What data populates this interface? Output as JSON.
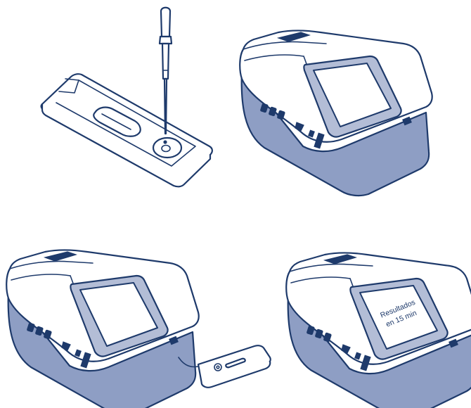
{
  "colors": {
    "ink": "#1e3a6b",
    "band": "#8e9ec4",
    "frame": "#b3bdd6",
    "background": "#ffffff"
  },
  "panels": [
    {
      "name": "apply-sample",
      "icon": "pipette-and-cassette-icon"
    },
    {
      "name": "analyzer-device",
      "icon": "analyzer-icon"
    },
    {
      "name": "insert-cassette",
      "icon": "analyzer-with-cassette-icon"
    },
    {
      "name": "read-results",
      "icon": "analyzer-results-icon"
    }
  ],
  "result_screen": {
    "line1": "Resultados",
    "line2": "en 15 min"
  }
}
